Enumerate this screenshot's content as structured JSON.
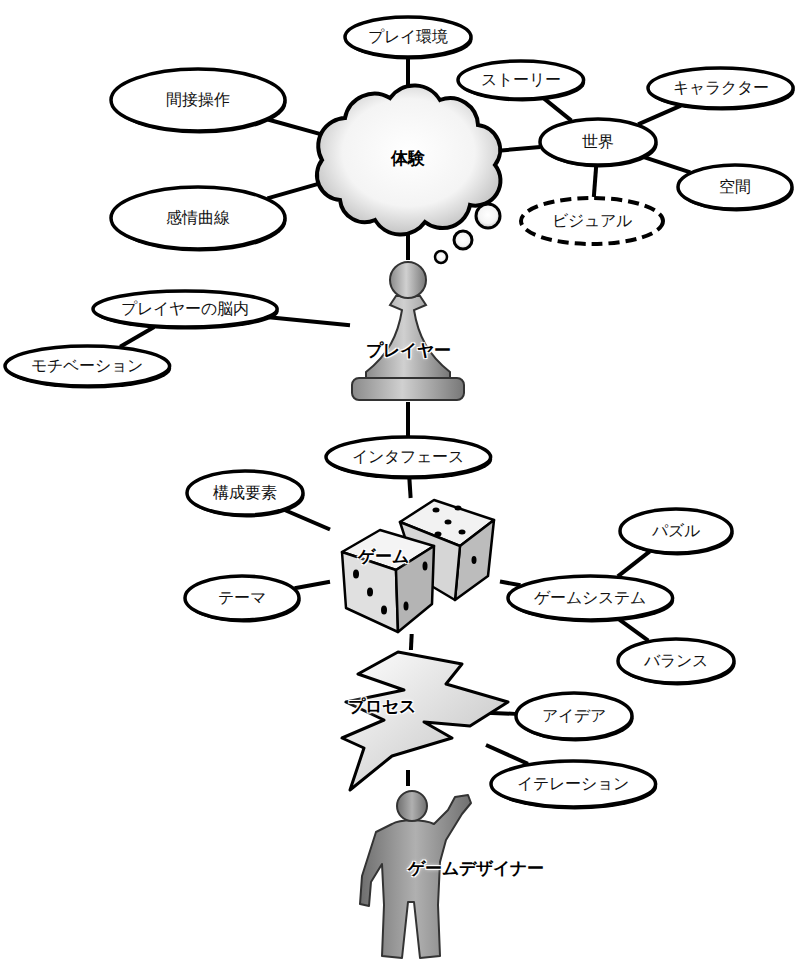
{
  "diagram": {
    "nodes": [
      {
        "text": [
          "プレイ環境"
        ]
      },
      {
        "text": [
          "間接操作"
        ]
      },
      {
        "text": [
          "ストーリー"
        ]
      },
      {
        "text": [
          "キャラクター"
        ]
      },
      {
        "text": [
          "体験"
        ]
      },
      {
        "text": [
          "世界"
        ]
      },
      {
        "text": [
          "感情曲線"
        ]
      },
      {
        "text": [
          "空間"
        ]
      },
      {
        "text": [
          "ビジュアル"
        ]
      },
      {
        "text": [
          "プレイヤー"
        ]
      },
      {
        "text": [
          "プレイヤーの脳内"
        ]
      },
      {
        "text": [
          "モチベーション"
        ]
      },
      {
        "text": [
          "インタフェース"
        ]
      },
      {
        "text": [
          "構成要素"
        ]
      },
      {
        "text": [
          "ゲーム"
        ]
      },
      {
        "text": [
          "パズル"
        ]
      },
      {
        "text": [
          "テーマ"
        ]
      },
      {
        "text": [
          "ゲームシステム"
        ]
      },
      {
        "text": [
          "バランス"
        ]
      },
      {
        "text": [
          "プロセス"
        ]
      },
      {
        "text": [
          "アイデア"
        ]
      },
      {
        "text": [
          "イテレーション"
        ]
      },
      {
        "text": [
          "ゲームデザイナー"
        ]
      }
    ],
    "edges": [
      {
        "from": 4,
        "to": 0,
        "arrow": "none"
      },
      {
        "from": 4,
        "to": 1,
        "arrow": "none"
      },
      {
        "from": 4,
        "to": 6,
        "arrow": "none"
      },
      {
        "from": 4,
        "to": 5,
        "arrow": "none"
      },
      {
        "from": 5,
        "to": 2,
        "arrow": "none"
      },
      {
        "from": 5,
        "to": 3,
        "arrow": "none"
      },
      {
        "from": 5,
        "to": 7,
        "arrow": "none"
      },
      {
        "from": 5,
        "to": 8,
        "arrow": "none"
      },
      {
        "from": 4,
        "to": 9,
        "arrow": "none"
      },
      {
        "from": 9,
        "to": 10,
        "arrow": "none"
      },
      {
        "from": 10,
        "to": 11,
        "arrow": "none"
      },
      {
        "from": 9,
        "to": 12,
        "arrow": "none"
      },
      {
        "from": 12,
        "to": 14,
        "arrow": "none"
      },
      {
        "from": 14,
        "to": 13,
        "arrow": "none"
      },
      {
        "from": 14,
        "to": 16,
        "arrow": "none"
      },
      {
        "from": 14,
        "to": 17,
        "arrow": "none"
      },
      {
        "from": 17,
        "to": 15,
        "arrow": "none"
      },
      {
        "from": 17,
        "to": 18,
        "arrow": "none"
      },
      {
        "from": 14,
        "to": 19,
        "arrow": "none"
      },
      {
        "from": 19,
        "to": 20,
        "arrow": "none"
      },
      {
        "from": 19,
        "to": 21,
        "arrow": "none"
      },
      {
        "from": 19,
        "to": 22,
        "arrow": "none"
      }
    ]
  }
}
